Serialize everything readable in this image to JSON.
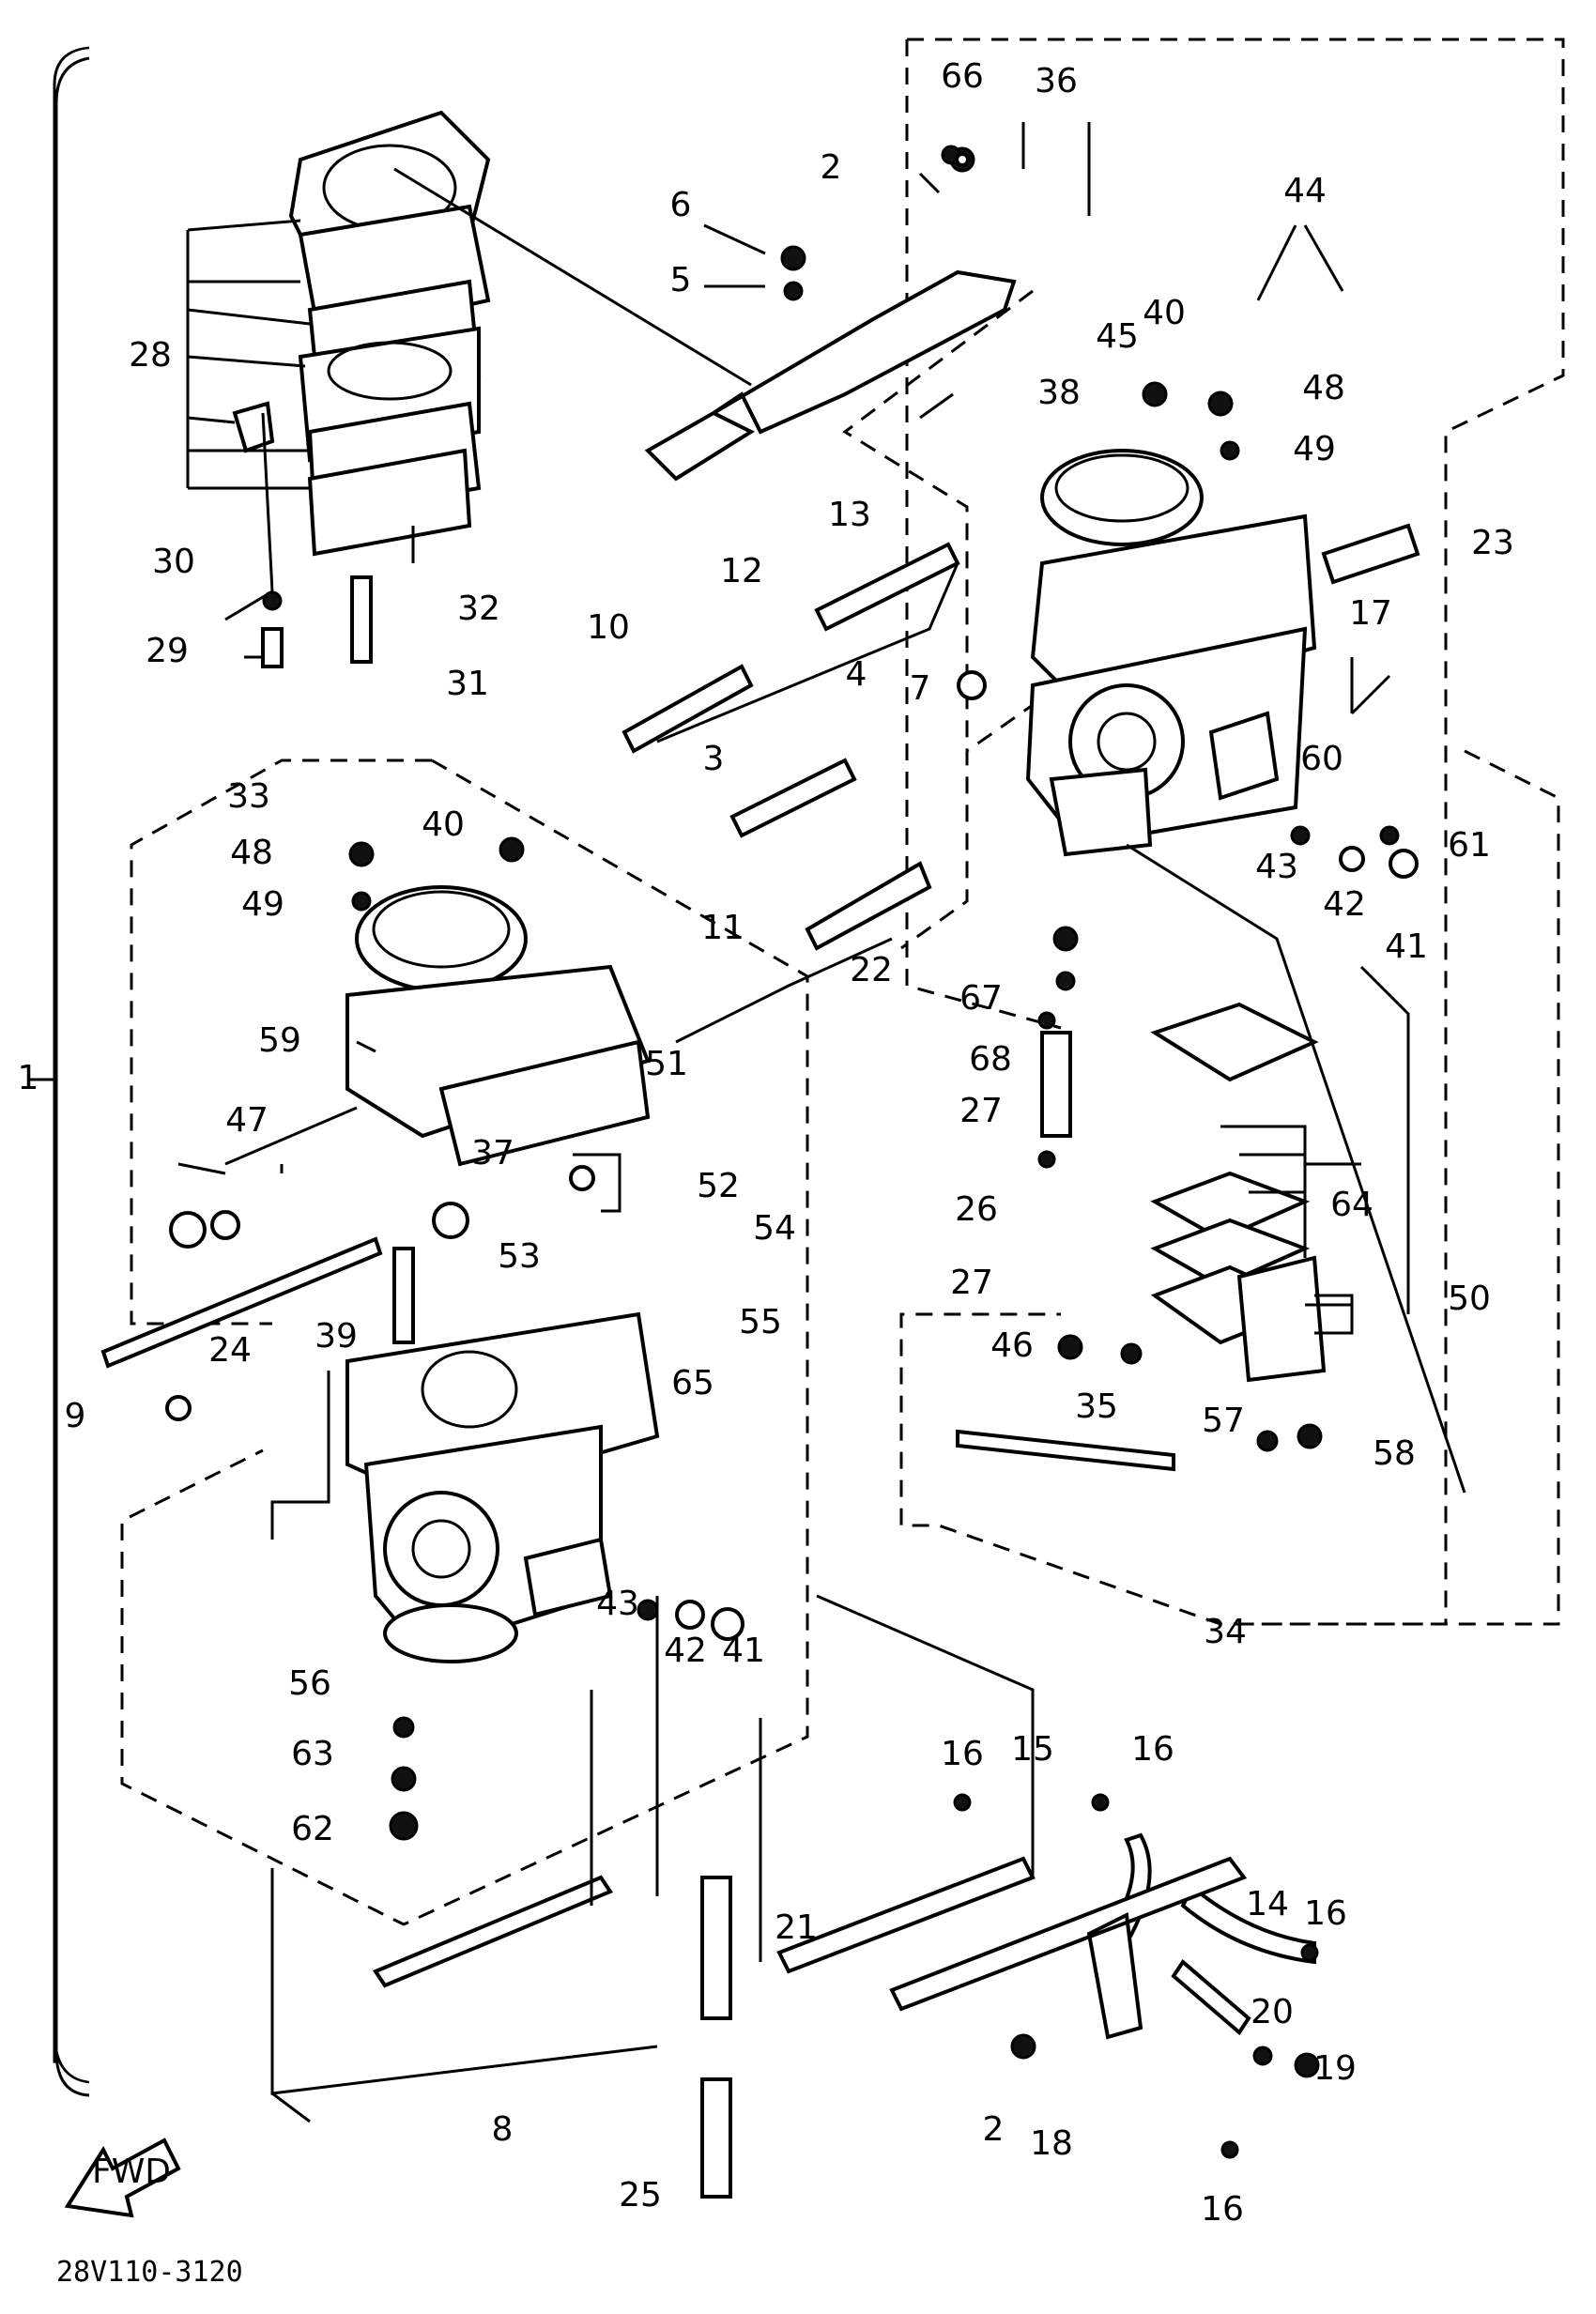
{
  "drawing_code": "28V110-3120",
  "fwd_label": "FWD",
  "callouts": [
    {
      "id": "c1",
      "text": "1"
    },
    {
      "id": "c2a",
      "text": "2"
    },
    {
      "id": "c2b",
      "text": "2"
    },
    {
      "id": "c3",
      "text": "3"
    },
    {
      "id": "c4",
      "text": "4"
    },
    {
      "id": "c5",
      "text": "5"
    },
    {
      "id": "c6",
      "text": "6"
    },
    {
      "id": "c7",
      "text": "7"
    },
    {
      "id": "c8",
      "text": "8"
    },
    {
      "id": "c9",
      "text": "9"
    },
    {
      "id": "c10",
      "text": "10"
    },
    {
      "id": "c11",
      "text": "11"
    },
    {
      "id": "c12",
      "text": "12"
    },
    {
      "id": "c13",
      "text": "13"
    },
    {
      "id": "c14",
      "text": "14"
    },
    {
      "id": "c15",
      "text": "15"
    },
    {
      "id": "c16a",
      "text": "16"
    },
    {
      "id": "c16b",
      "text": "16"
    },
    {
      "id": "c16c",
      "text": "16"
    },
    {
      "id": "c16d",
      "text": "16"
    },
    {
      "id": "c17",
      "text": "17"
    },
    {
      "id": "c18",
      "text": "18"
    },
    {
      "id": "c19",
      "text": "19"
    },
    {
      "id": "c20",
      "text": "20"
    },
    {
      "id": "c21",
      "text": "21"
    },
    {
      "id": "c22",
      "text": "22"
    },
    {
      "id": "c23",
      "text": "23"
    },
    {
      "id": "c24",
      "text": "24"
    },
    {
      "id": "c25",
      "text": "25"
    },
    {
      "id": "c26",
      "text": "26"
    },
    {
      "id": "c27a",
      "text": "27"
    },
    {
      "id": "c27b",
      "text": "27"
    },
    {
      "id": "c28",
      "text": "28"
    },
    {
      "id": "c29",
      "text": "29"
    },
    {
      "id": "c30",
      "text": "30"
    },
    {
      "id": "c31",
      "text": "31"
    },
    {
      "id": "c32",
      "text": "32"
    },
    {
      "id": "c33",
      "text": "33"
    },
    {
      "id": "c34",
      "text": "34"
    },
    {
      "id": "c35",
      "text": "35"
    },
    {
      "id": "c36",
      "text": "36"
    },
    {
      "id": "c37",
      "text": "37"
    },
    {
      "id": "c38",
      "text": "38"
    },
    {
      "id": "c39",
      "text": "39"
    },
    {
      "id": "c40a",
      "text": "40"
    },
    {
      "id": "c40b",
      "text": "40"
    },
    {
      "id": "c41a",
      "text": "41"
    },
    {
      "id": "c41b",
      "text": "41"
    },
    {
      "id": "c42a",
      "text": "42"
    },
    {
      "id": "c42b",
      "text": "42"
    },
    {
      "id": "c43a",
      "text": "43"
    },
    {
      "id": "c43b",
      "text": "43"
    },
    {
      "id": "c44",
      "text": "44"
    },
    {
      "id": "c45",
      "text": "45"
    },
    {
      "id": "c46",
      "text": "46"
    },
    {
      "id": "c47",
      "text": "47"
    },
    {
      "id": "c48a",
      "text": "48"
    },
    {
      "id": "c48b",
      "text": "48"
    },
    {
      "id": "c49a",
      "text": "49"
    },
    {
      "id": "c49b",
      "text": "49"
    },
    {
      "id": "c50",
      "text": "50"
    },
    {
      "id": "c51",
      "text": "51"
    },
    {
      "id": "c52",
      "text": "52"
    },
    {
      "id": "c53",
      "text": "53"
    },
    {
      "id": "c54",
      "text": "54"
    },
    {
      "id": "c55",
      "text": "55"
    },
    {
      "id": "c56",
      "text": "56"
    },
    {
      "id": "c57",
      "text": "57"
    },
    {
      "id": "c58",
      "text": "58"
    },
    {
      "id": "c59",
      "text": "59"
    },
    {
      "id": "c60",
      "text": "60"
    },
    {
      "id": "c61",
      "text": "61"
    },
    {
      "id": "c62",
      "text": "62"
    },
    {
      "id": "c63",
      "text": "63"
    },
    {
      "id": "c64",
      "text": "64"
    },
    {
      "id": "c65",
      "text": "65"
    },
    {
      "id": "c66",
      "text": "66"
    },
    {
      "id": "c67",
      "text": "67"
    },
    {
      "id": "c68",
      "text": "68"
    }
  ]
}
